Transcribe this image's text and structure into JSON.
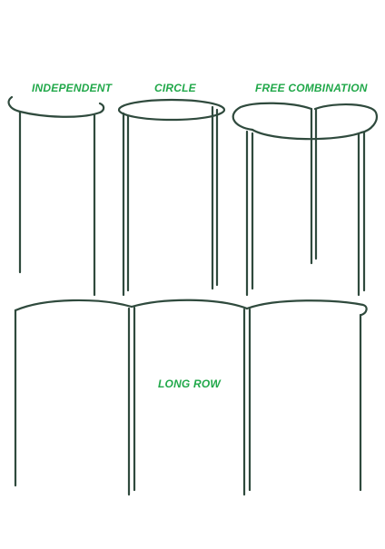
{
  "labels": {
    "independent": "INDEPENDENT",
    "circle": "CIRCLE",
    "free_combination": "FREE COMBINATION",
    "long_row": "LONG ROW"
  },
  "colors": {
    "label_green": "#21a84a",
    "stake_dark_green": "#2f4a3d",
    "stake_highlight": "#7d938a",
    "background": "#ffffff"
  }
}
